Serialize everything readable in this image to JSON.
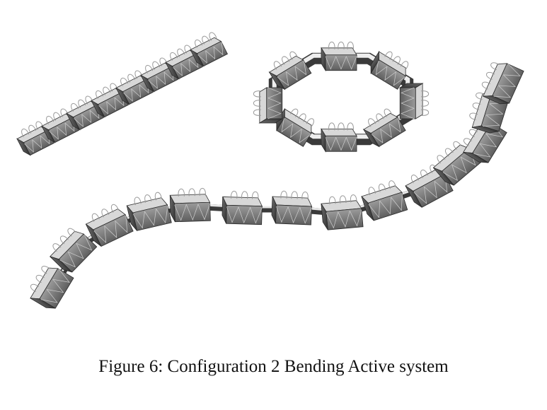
{
  "figure": {
    "caption": "Figure 6: Configuration 2 Bending Active system",
    "panels": [
      "linear-chain-module-assembly",
      "octagonal-ring-module-assembly",
      "serpentine-chain-module-assembly"
    ]
  },
  "colors": {
    "background": "#ffffff",
    "module_front": "#7a7a7a",
    "module_top": "#d8d8d8",
    "module_side": "#4a4a4a",
    "outline": "#2a2a2a",
    "spring_loops": "#9a9a9a"
  }
}
